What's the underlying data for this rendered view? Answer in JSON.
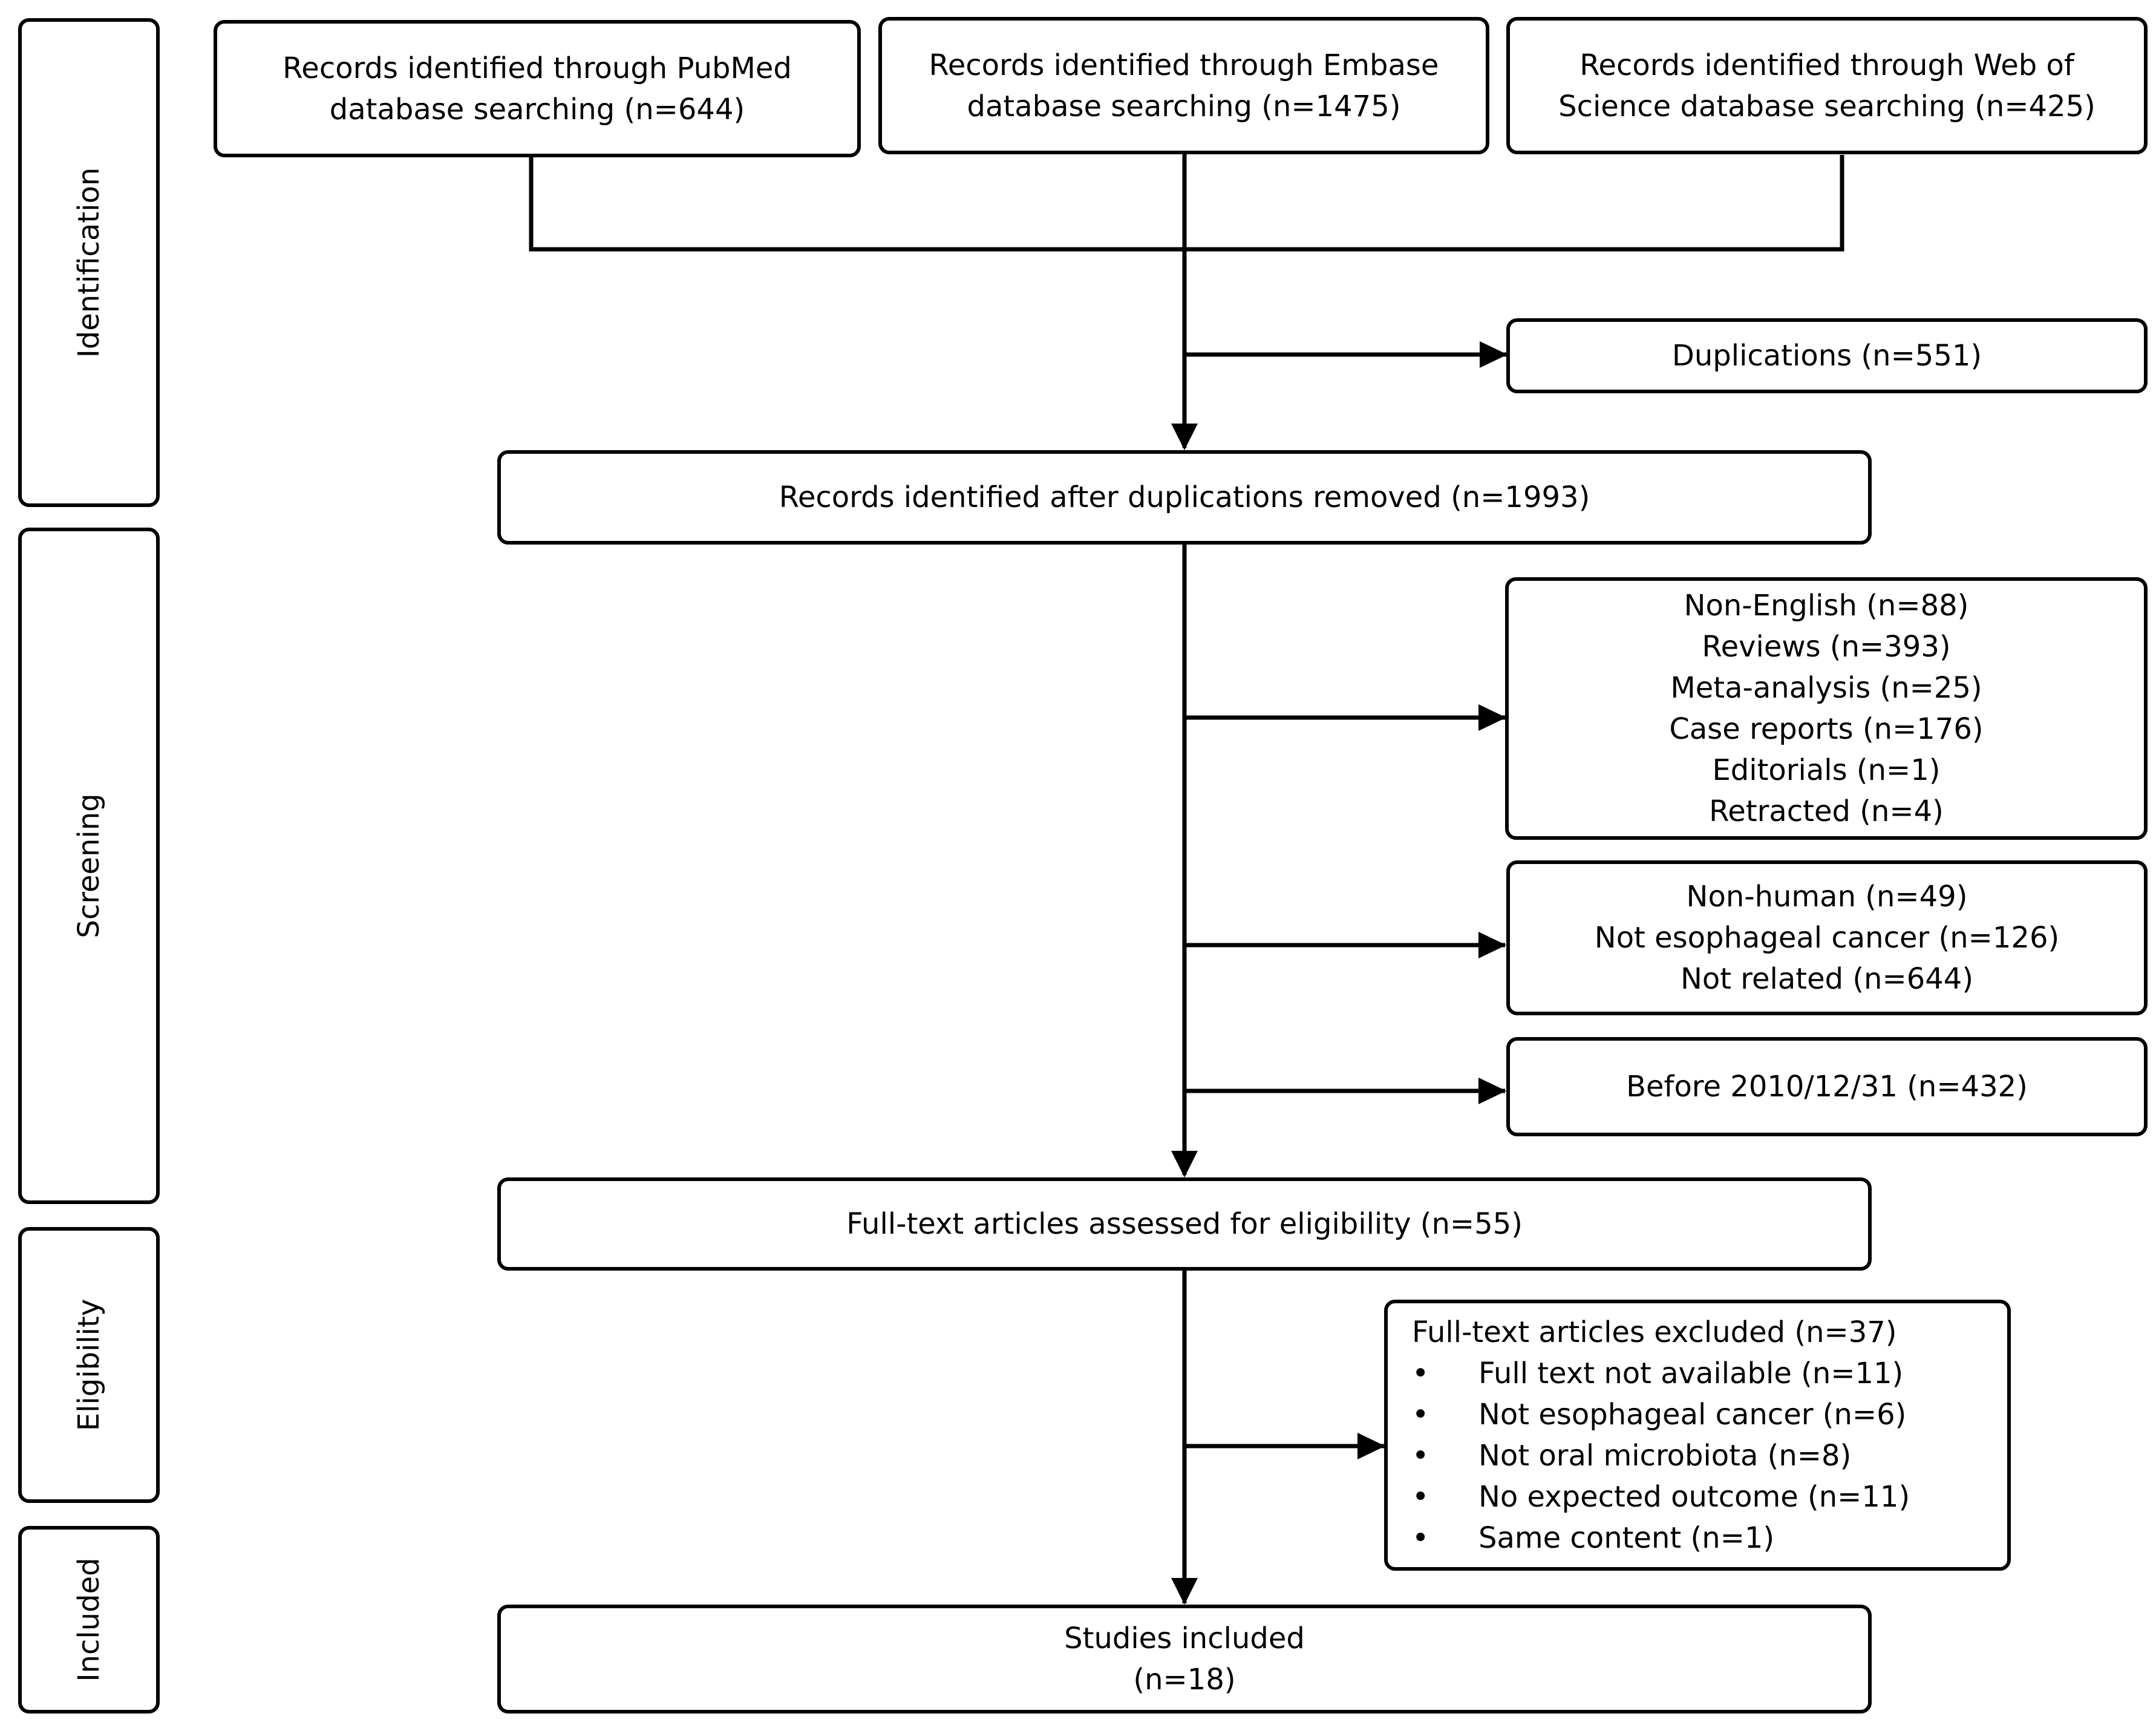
{
  "phases": {
    "identification": "Identification",
    "screening": "Screening",
    "eligibility": "Eligibility",
    "included": "Included"
  },
  "sources": {
    "pubmed": [
      "Records identified through PubMed",
      "database searching (n=644)"
    ],
    "embase": [
      "Records identified through Embase",
      "database searching (n=1475)"
    ],
    "wos": [
      "Records identified through Web of",
      "Science database searching (n=425)"
    ]
  },
  "duplications": "Duplications (n=551)",
  "after_dedup": "Records identified after duplications removed (n=1993)",
  "exclusion_1": [
    "Non-English (n=88)",
    "Reviews (n=393)",
    "Meta-analysis (n=25)",
    "Case reports (n=176)",
    "Editorials (n=1)",
    "Retracted (n=4)"
  ],
  "exclusion_2": [
    "Non-human (n=49)",
    "Not esophageal cancer (n=126)",
    "Not related (n=644)"
  ],
  "exclusion_3": "Before 2010/12/31 (n=432)",
  "fulltext_assessed": "Full-text articles assessed for eligibility (n=55)",
  "fulltext_excluded": {
    "title": "Full-text articles excluded (n=37)",
    "bullet": "•",
    "items": [
      "Full text not available (n=11)",
      "Not esophageal cancer (n=6)",
      "Not oral microbiota (n=8)",
      "No expected outcome (n=11)",
      "Same content (n=1)"
    ]
  },
  "included": [
    "Studies included",
    "(n=18)"
  ]
}
